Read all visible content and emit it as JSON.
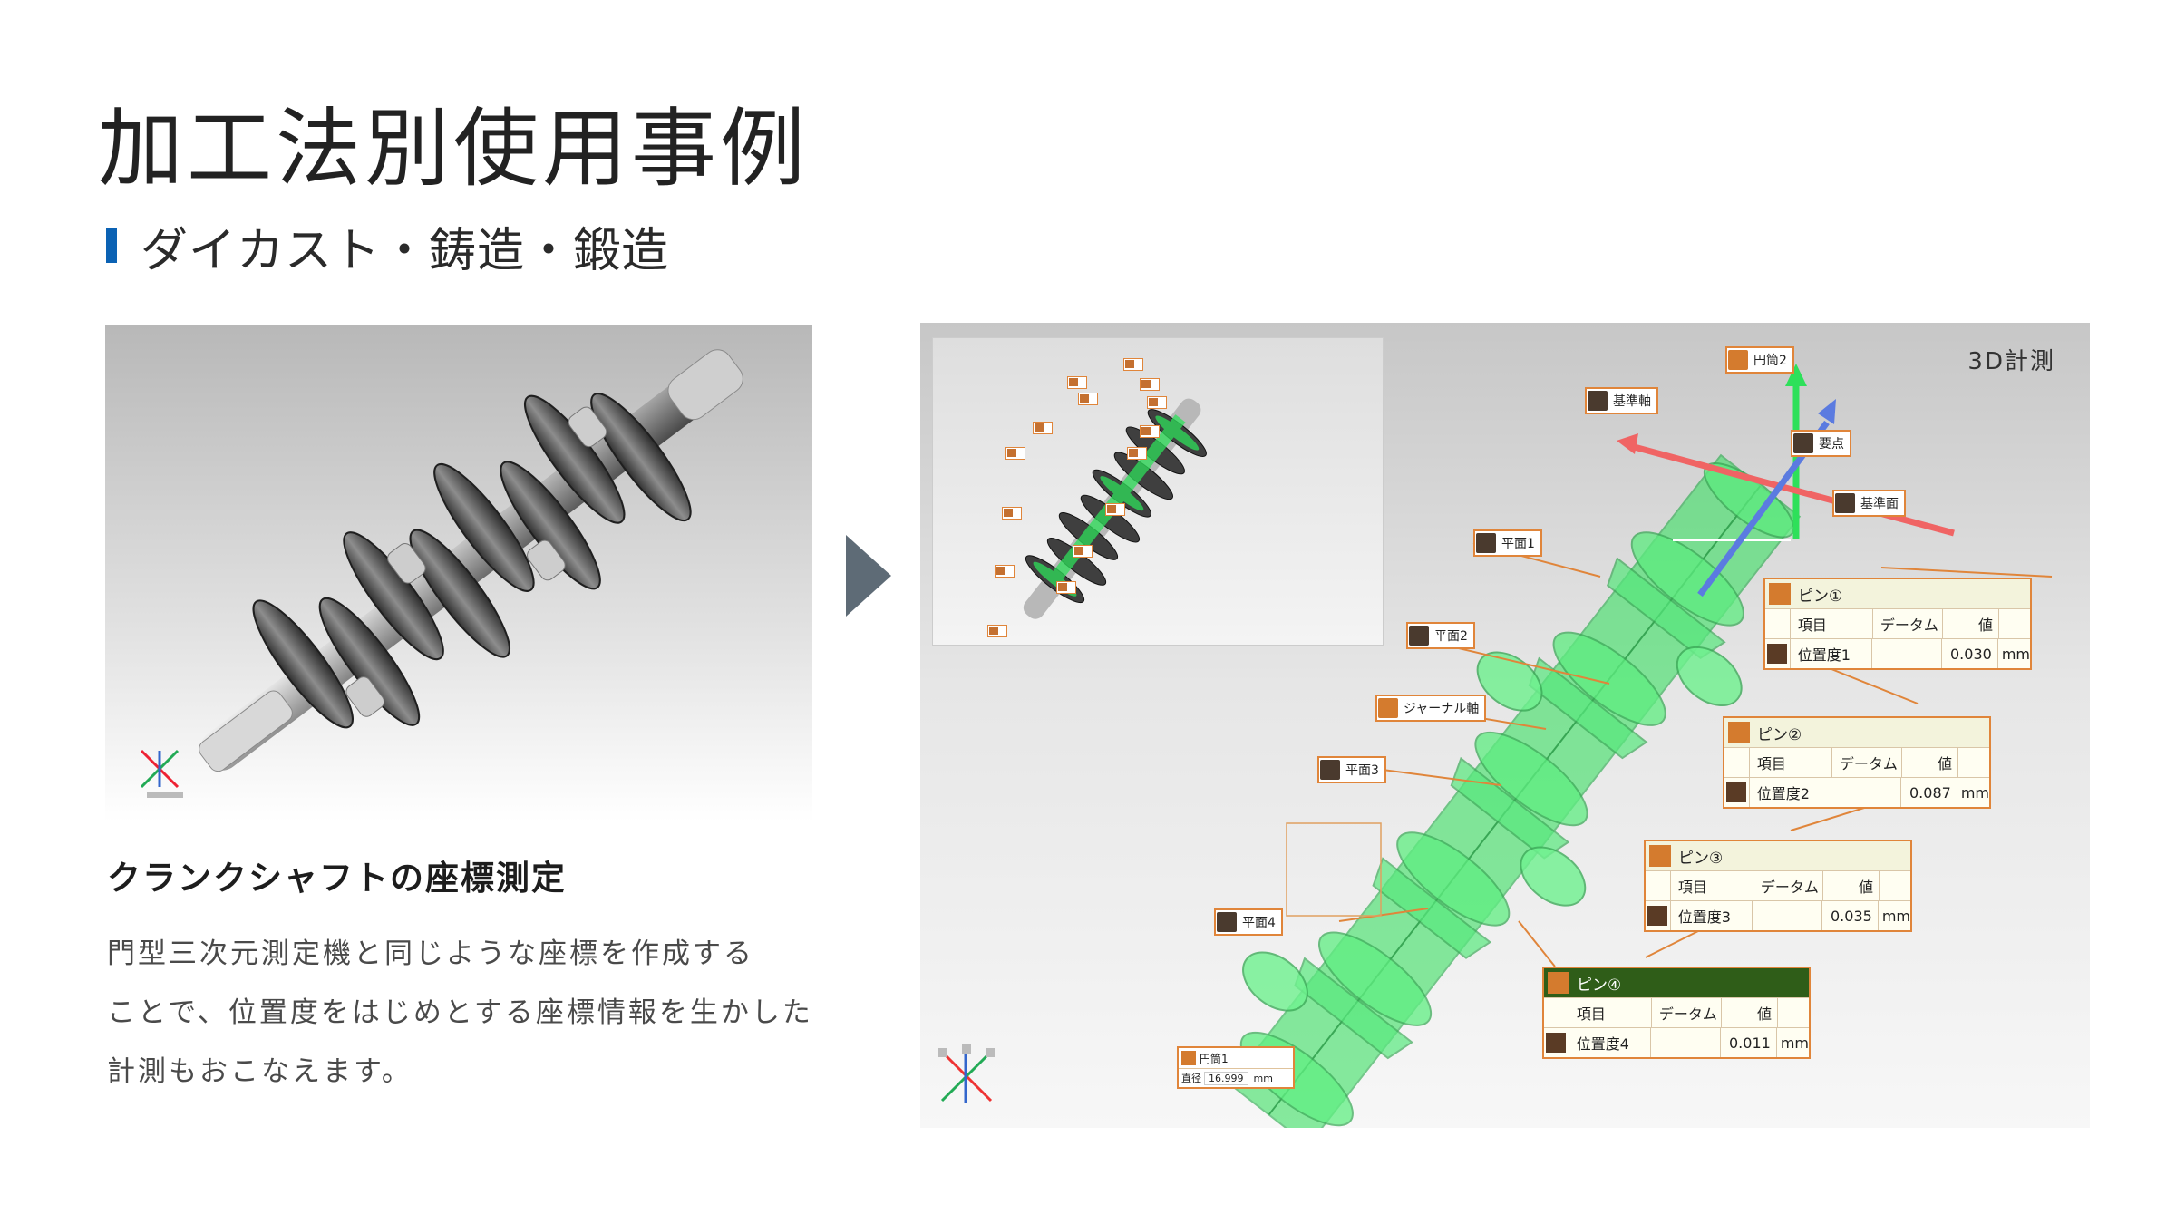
{
  "header": {
    "title": "加工法別使用事例",
    "subtitle": "ダイカスト・鋳造・鍛造"
  },
  "left_card": {
    "caption_title": "クランクシャフトの座標測定",
    "caption_lines": [
      "門型三次元測定機と同じような座標を作成する",
      "ことで、位置度をはじめとする座標情報を生かした",
      "計測もおこなえます。"
    ]
  },
  "right_panel": {
    "badge": "3D計測",
    "labels": {
      "endo2": "円筒2",
      "kijunjiku": "基準軸",
      "tenA": "要点",
      "kijunmen": "基準面",
      "heimen1": "平面1",
      "heimen2": "平面2",
      "journal": "ジャーナル軸",
      "heimen3": "平面3",
      "heimen4": "平面4"
    },
    "radius_box": {
      "title": "円筒1",
      "label": "直径",
      "value": "16.999",
      "unit": "mm"
    },
    "tables": [
      {
        "title": "ピン①",
        "h1": "項目",
        "h2": "データム",
        "h3": "値",
        "item": "位置度1",
        "value": "0.030",
        "unit": "mm"
      },
      {
        "title": "ピン②",
        "h1": "項目",
        "h2": "データム",
        "h3": "値",
        "item": "位置度2",
        "value": "0.087",
        "unit": "mm"
      },
      {
        "title": "ピン③",
        "h1": "項目",
        "h2": "データム",
        "h3": "値",
        "item": "位置度3",
        "value": "0.035",
        "unit": "mm"
      },
      {
        "title": "ピン④",
        "h1": "項目",
        "h2": "データム",
        "h3": "値",
        "item": "位置度4",
        "value": "0.011",
        "unit": "mm"
      }
    ]
  },
  "colors": {
    "accent_bar": "#0b62b4",
    "label_border": "#e0853a",
    "measure_green": "#2ee05a",
    "arrow_gray": "#5e6b76"
  },
  "icons": [
    "axis-triad-icon",
    "next-arrow-icon",
    "label-icon"
  ]
}
